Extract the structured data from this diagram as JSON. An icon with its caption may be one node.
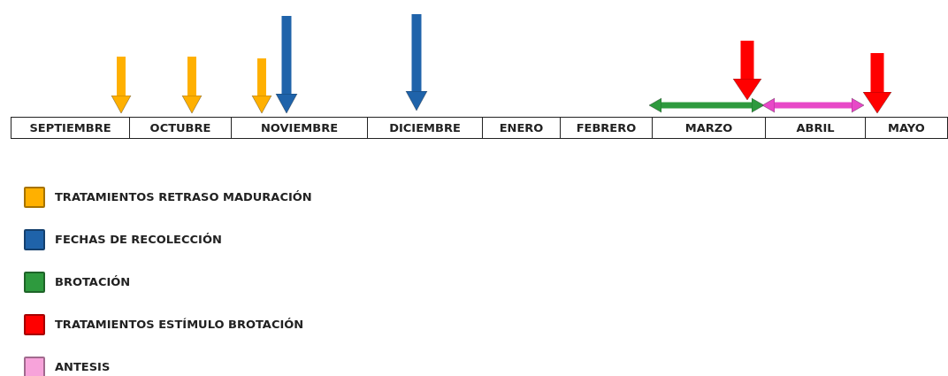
{
  "diagram": {
    "nodes": [
      {
        "text": [
          "SEPTIEMBRE"
        ]
      },
      {
        "text": [
          "OCTUBRE"
        ]
      },
      {
        "text": [
          "NOVIEMBRE"
        ]
      },
      {
        "text": [
          "DICIEMBRE"
        ]
      },
      {
        "text": [
          "ENERO"
        ]
      },
      {
        "text": [
          "FEBRERO"
        ]
      },
      {
        "text": [
          "MARZO"
        ]
      },
      {
        "text": [
          "ABRIL"
        ]
      },
      {
        "text": [
          "MAYO"
        ]
      }
    ],
    "edges": [
      {
        "from": null,
        "to": 0,
        "arrow": "to",
        "color": "#ffb000"
      },
      {
        "from": null,
        "to": 1,
        "arrow": "to",
        "color": "#ffb000"
      },
      {
        "from": null,
        "to": 2,
        "arrow": "to",
        "color": "#ffb000"
      },
      {
        "from": null,
        "to": 2,
        "arrow": "to",
        "color": "#1f63aa"
      },
      {
        "from": null,
        "to": 3,
        "arrow": "to",
        "color": "#1f63aa"
      },
      {
        "from": 5,
        "to": 7,
        "arrow": "both",
        "color": "#2e9a3e"
      },
      {
        "from": null,
        "to": 6,
        "arrow": "to",
        "color": "#ff0000"
      },
      {
        "from": 6,
        "to": 8,
        "arrow": "both",
        "color": "#e848c8"
      },
      {
        "from": null,
        "to": 8,
        "arrow": "to",
        "color": "#ff0000"
      }
    ],
    "legend": [
      {
        "text": "TRATAMIENTOS RETRASO MADURACIÓN",
        "color": "#ffb000"
      },
      {
        "text": "FECHAS DE RECOLECCIÓN",
        "color": "#1f63aa"
      },
      {
        "text": "BROTACIÓN",
        "color": "#2e9a3e"
      },
      {
        "text": "TRATAMIENTOS ESTÍMULO BROTACIÓN",
        "color": "#ff0000"
      },
      {
        "text": "ANTESIS",
        "color": "#f7a3da"
      }
    ]
  }
}
